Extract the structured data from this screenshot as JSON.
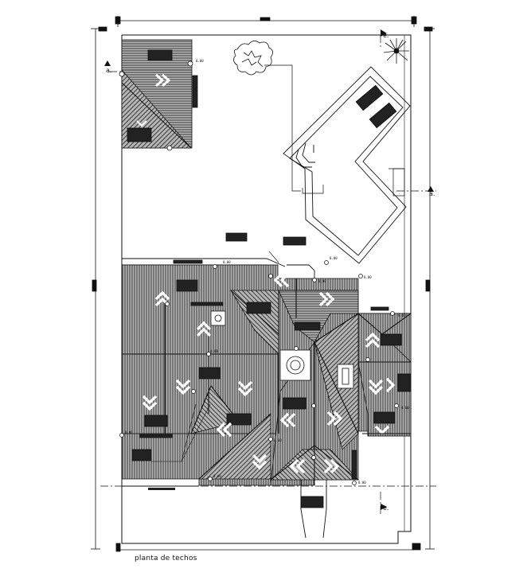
{
  "drawing": {
    "caption": "planta de techos",
    "section_label_a": "a.",
    "section_label_a2": "a.",
    "section_label_e": "e.",
    "section_label_e2": "e.",
    "level_marks": [
      "0.00",
      "0.00",
      "0.00",
      "0.00",
      "0.00",
      "0.00",
      "0.00",
      "0.00",
      "0.00",
      "0.00",
      "0.00",
      "0.00"
    ]
  },
  "colors": {
    "line": "#111111",
    "roof_fill": "#9a9a9a",
    "background": "#ffffff",
    "label_fill": "#1a1a1a"
  },
  "icons": [
    "tree-icon",
    "palm-icon",
    "skylight-icon",
    "section-marker-icon",
    "north-arrow-chevron-icon"
  ]
}
